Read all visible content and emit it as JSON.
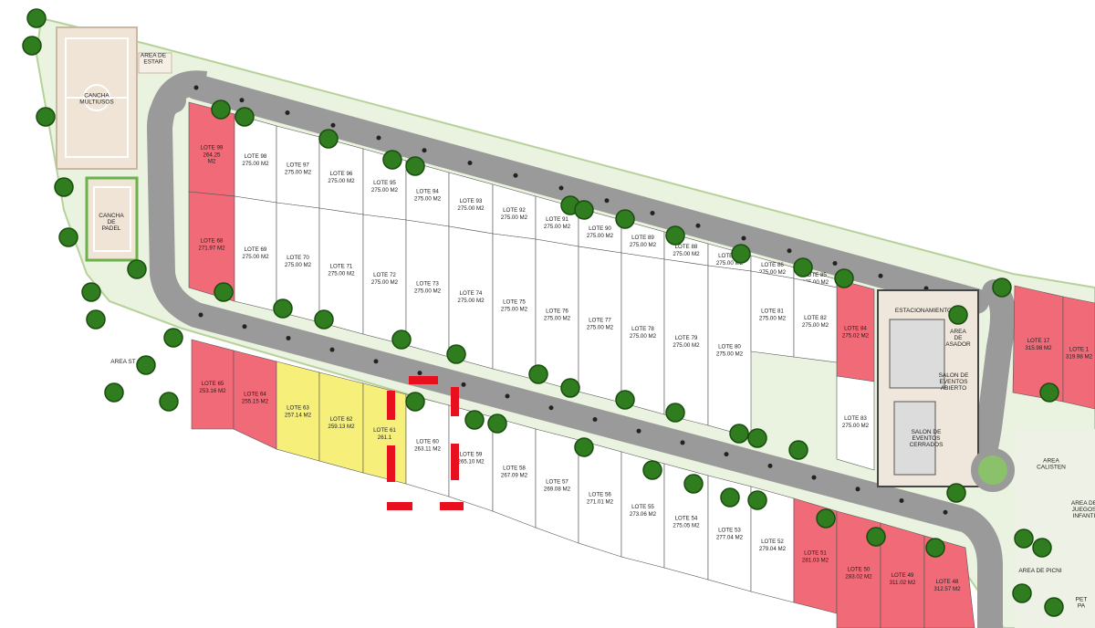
{
  "colors": {
    "road": "#9a9a9a",
    "sold": "#f06a78",
    "reserved": "#f6f07a",
    "available": "#ffffff",
    "green": "#6bb24a",
    "tree": "#2f7d1e",
    "highlight": "#e8101e"
  },
  "amenities": [
    {
      "key": "cancha_multiusos",
      "lines": [
        "CANCHA",
        "MULTIUSOS"
      ]
    },
    {
      "key": "cancha_padel",
      "lines": [
        "CANCHA",
        "DE",
        "PADEL"
      ]
    },
    {
      "key": "area_estar",
      "lines": [
        "AREA DE",
        "ESTAR"
      ]
    },
    {
      "key": "estacionamiento",
      "lines": [
        "ESTACIONAMIENTO"
      ]
    },
    {
      "key": "area_asador",
      "lines": [
        "AREA",
        "DE",
        "ASADOR"
      ]
    },
    {
      "key": "salon_abierto",
      "lines": [
        "SALON DE",
        "EVENTOS",
        "ABIERTO"
      ]
    },
    {
      "key": "salon_cerrado",
      "lines": [
        "SALON DE",
        "EVENTOS",
        "CERRADOS"
      ]
    },
    {
      "key": "area_calistenia",
      "lines": [
        "AREA",
        "CALISTEN"
      ]
    },
    {
      "key": "area_juegos",
      "lines": [
        "AREA DE",
        "JUEGOS",
        "INFANTI"
      ]
    },
    {
      "key": "area_picnic",
      "lines": [
        "AREA DE PICNI"
      ]
    },
    {
      "key": "area_left",
      "lines": [
        "AREA ST"
      ]
    },
    {
      "key": "pet_park",
      "lines": [
        "PET",
        "PA"
      ]
    }
  ],
  "lots": [
    {
      "id": "99",
      "label": "LOTE 99",
      "area": "264.25\nM2",
      "status": "sold"
    },
    {
      "id": "98",
      "label": "LOTE 98",
      "area": "275.00 M2",
      "status": "available"
    },
    {
      "id": "97",
      "label": "LOTE 97",
      "area": "275.00 M2",
      "status": "available"
    },
    {
      "id": "96",
      "label": "LOTE 96",
      "area": "275.00 M2",
      "status": "available"
    },
    {
      "id": "95",
      "label": "LOTE 95",
      "area": "275.00 M2",
      "status": "available"
    },
    {
      "id": "94",
      "label": "LOTE 94",
      "area": "275.00 M2",
      "status": "available"
    },
    {
      "id": "93",
      "label": "LOTE 93",
      "area": "275.00 M2",
      "status": "available"
    },
    {
      "id": "92",
      "label": "LOTE 92",
      "area": "275.00 M2",
      "status": "available"
    },
    {
      "id": "91",
      "label": "LOTE 91",
      "area": "275.00 M2",
      "status": "available"
    },
    {
      "id": "90",
      "label": "LOTE 90",
      "area": "275.00 M2",
      "status": "available"
    },
    {
      "id": "89",
      "label": "LOTE 89",
      "area": "275.00 M2",
      "status": "available"
    },
    {
      "id": "88",
      "label": "LOTE 88",
      "area": "275.00 M2",
      "status": "available"
    },
    {
      "id": "87",
      "label": "LOTE 87",
      "area": "275.00 M2",
      "status": "available"
    },
    {
      "id": "86",
      "label": "LOTE 86",
      "area": "275.00 M2",
      "status": "available"
    },
    {
      "id": "85",
      "label": "LOTE 85",
      "area": "275.00 M2",
      "status": "available"
    },
    {
      "id": "84",
      "label": "LOTE 84",
      "area": "275.02 M2",
      "status": "sold"
    },
    {
      "id": "68",
      "label": "LOTE 68",
      "area": "271.97 M2",
      "status": "sold"
    },
    {
      "id": "69",
      "label": "LOTE 69",
      "area": "275.00 M2",
      "status": "available"
    },
    {
      "id": "70",
      "label": "LOTE 70",
      "area": "275.00 M2",
      "status": "available"
    },
    {
      "id": "71",
      "label": "LOTE 71",
      "area": "275.00 M2",
      "status": "available"
    },
    {
      "id": "72",
      "label": "LOTE 72",
      "area": "275.00 M2",
      "status": "available"
    },
    {
      "id": "73",
      "label": "LOTE 73",
      "area": "275.00 M2",
      "status": "available"
    },
    {
      "id": "74",
      "label": "LOTE 74",
      "area": "275.00 M2",
      "status": "available"
    },
    {
      "id": "75",
      "label": "LOTE 75",
      "area": "275.00 M2",
      "status": "available"
    },
    {
      "id": "76",
      "label": "LOTE 76",
      "area": "275.00 M2",
      "status": "available"
    },
    {
      "id": "77",
      "label": "LOTE 77",
      "area": "275.00 M2",
      "status": "available"
    },
    {
      "id": "78",
      "label": "LOTE 78",
      "area": "275.00 M2",
      "status": "available"
    },
    {
      "id": "79",
      "label": "LOTE 79",
      "area": "275.00 M2",
      "status": "available"
    },
    {
      "id": "80",
      "label": "LOTE 80",
      "area": "275.00 M2",
      "status": "available"
    },
    {
      "id": "81",
      "label": "LOTE 81",
      "area": "275.00 M2",
      "status": "available"
    },
    {
      "id": "82",
      "label": "LOTE 82",
      "area": "275.00 M2",
      "status": "available"
    },
    {
      "id": "83",
      "label": "LOTE 83",
      "area": "275.00 M2",
      "status": "available"
    },
    {
      "id": "65",
      "label": "LOTE 65",
      "area": "253.16 M2",
      "status": "sold"
    },
    {
      "id": "64",
      "label": "LOTE 64",
      "area": "255.15 M2",
      "status": "sold"
    },
    {
      "id": "63",
      "label": "LOTE 63",
      "area": "257.14 M2",
      "status": "reserved"
    },
    {
      "id": "62",
      "label": "LOTE 62",
      "area": "259.13 M2",
      "status": "reserved"
    },
    {
      "id": "61",
      "label": "LOTE 61",
      "area": "261.1",
      "status": "reserved"
    },
    {
      "id": "60",
      "label": "LOTE 60",
      "area": "263.11 M2",
      "status": "available"
    },
    {
      "id": "59",
      "label": "LOTE 59",
      "area": "265.10 M2",
      "status": "available"
    },
    {
      "id": "58",
      "label": "LOTE 58",
      "area": "267.09 M2",
      "status": "available"
    },
    {
      "id": "57",
      "label": "LOTE 57",
      "area": "269.08 M2",
      "status": "available"
    },
    {
      "id": "56",
      "label": "LOTE 56",
      "area": "271.01 M2",
      "status": "available"
    },
    {
      "id": "55",
      "label": "LOTE 55",
      "area": "273.06 M2",
      "status": "available"
    },
    {
      "id": "54",
      "label": "LOTE 54",
      "area": "275.05 M2",
      "status": "available"
    },
    {
      "id": "53",
      "label": "LOTE 53",
      "area": "277.04 M2",
      "status": "available"
    },
    {
      "id": "52",
      "label": "LOTE 52",
      "area": "279.04 M2",
      "status": "available"
    },
    {
      "id": "51",
      "label": "LOTE 51",
      "area": "281.03 M2",
      "status": "sold"
    },
    {
      "id": "50",
      "label": "LOTE 50",
      "area": "283.02 M2",
      "status": "sold"
    },
    {
      "id": "49",
      "label": "LOTE 49",
      "area": "311.02 M2",
      "status": "sold"
    },
    {
      "id": "48",
      "label": "LOTE 48",
      "area": "312.57 M2",
      "status": "sold"
    },
    {
      "id": "17",
      "label": "LOTE 17",
      "area": "315.98 M2",
      "status": "sold"
    },
    {
      "id": "18",
      "label": "LOTE 1",
      "area": "319.98 M2",
      "status": "sold"
    }
  ],
  "selected_lot": "60"
}
